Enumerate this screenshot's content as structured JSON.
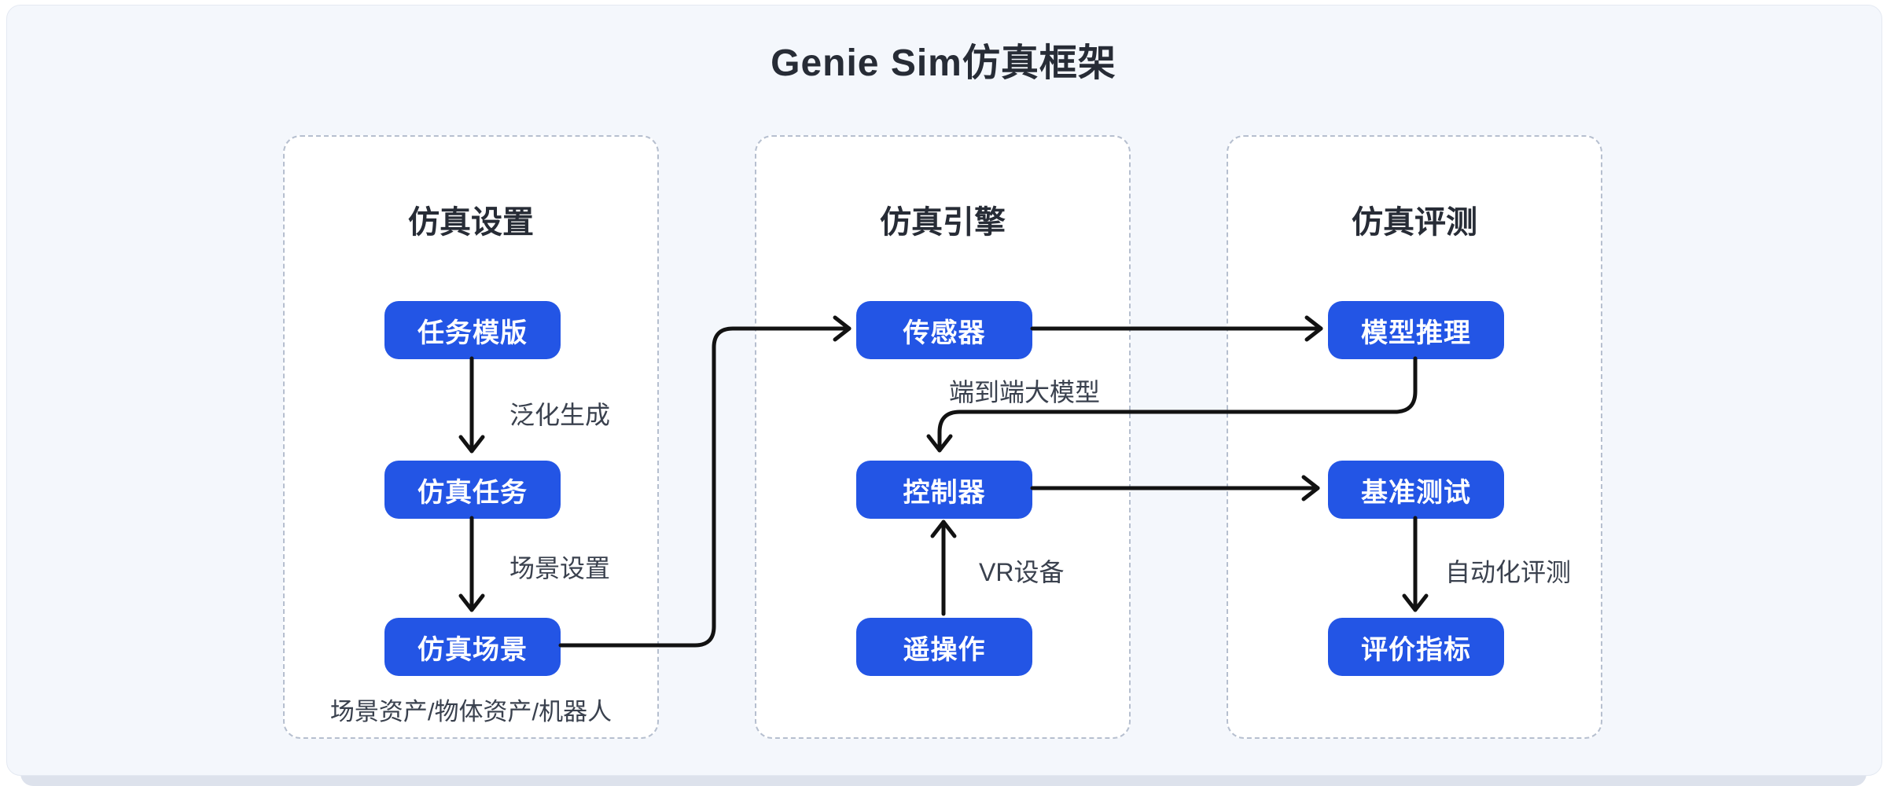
{
  "title": "Genie Sim仿真框架",
  "panels": [
    {
      "title": "仿真设置",
      "nodes": [
        "任务模版",
        "仿真任务",
        "仿真场景"
      ],
      "footnote": "场景资产/物体资产/机器人"
    },
    {
      "title": "仿真引擎",
      "nodes": [
        "传感器",
        "控制器",
        "遥操作"
      ]
    },
    {
      "title": "仿真评测",
      "nodes": [
        "模型推理",
        "基准测试",
        "评价指标"
      ]
    }
  ],
  "edge_labels": {
    "generalization": "泛化生成",
    "scene_setup": "场景设置",
    "end_to_end_model": "端到端大模型",
    "vr_device": "VR设备",
    "auto_eval": "自动化评测"
  },
  "connections": [
    {
      "from": "任务模版",
      "to": "仿真任务",
      "label": "泛化生成"
    },
    {
      "from": "仿真任务",
      "to": "仿真场景",
      "label": "场景设置"
    },
    {
      "from": "仿真场景",
      "to": "传感器",
      "label": ""
    },
    {
      "from": "传感器",
      "to": "模型推理",
      "label": ""
    },
    {
      "from": "模型推理",
      "to": "控制器",
      "label": "端到端大模型"
    },
    {
      "from": "遥操作",
      "to": "控制器",
      "label": "VR设备"
    },
    {
      "from": "控制器",
      "to": "基准测试",
      "label": ""
    },
    {
      "from": "基准测试",
      "to": "评价指标",
      "label": "自动化评测"
    }
  ],
  "colors": {
    "node_fill": "#2355e5",
    "node_text": "#ffffff",
    "connector": "#121212",
    "panel_border": "#b6bfcf",
    "canvas_bg": "#f4f7fc",
    "title_text": "#272c36",
    "label_text": "#3a414e"
  }
}
